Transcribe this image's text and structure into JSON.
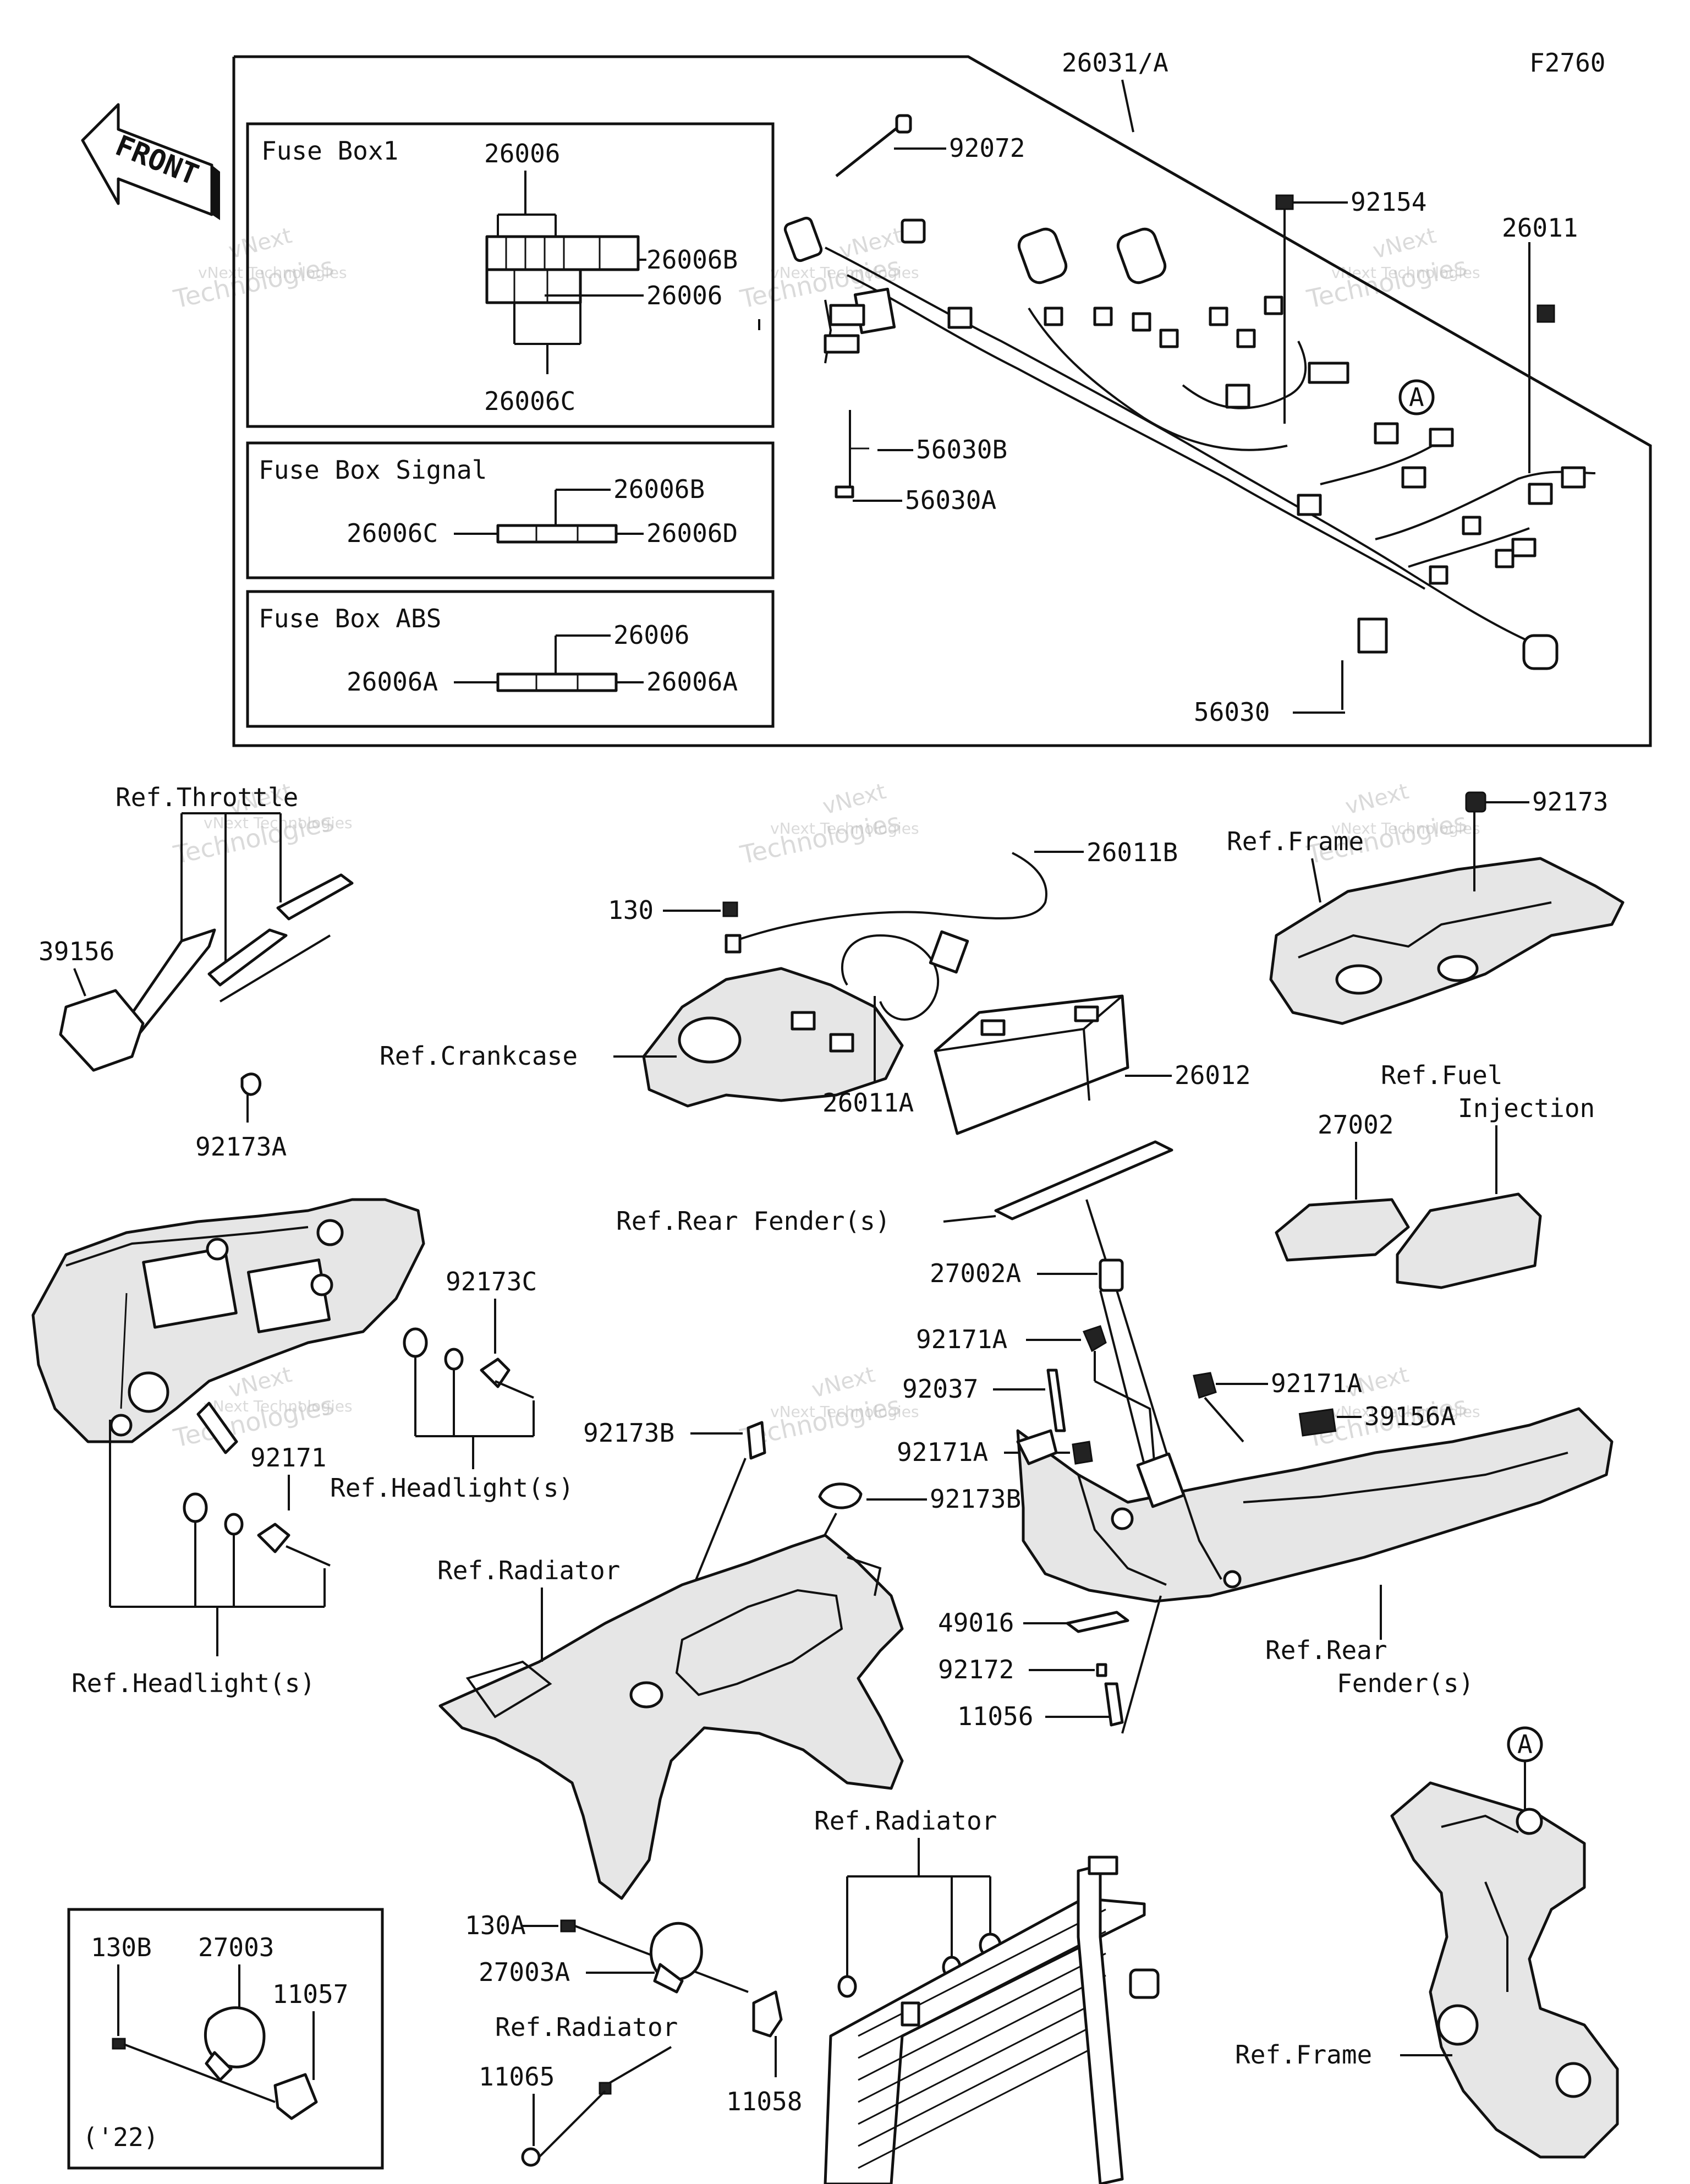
{
  "diagram_code": "F2760",
  "front_label": "FRONT",
  "watermark": {
    "line1": "vNext",
    "line2": "vNext Technologies",
    "line3": "Technologies"
  },
  "fuse_box1": {
    "title": "Fuse Box1",
    "labels": [
      "26006",
      "26006B",
      "26006",
      "26006C"
    ]
  },
  "fuse_box_signal": {
    "title": "Fuse Box Signal",
    "labels": [
      "26006B",
      "26006C",
      "26006D"
    ]
  },
  "fuse_box_abs": {
    "title": "Fuse Box ABS",
    "labels": [
      "26006",
      "26006A",
      "26006A"
    ]
  },
  "callout_a": "A",
  "part_numbers": {
    "p26031A": "26031/A",
    "p92072": "92072",
    "p92154": "92154",
    "p26011": "26011",
    "p56030B": "56030B",
    "p56030A": "56030A",
    "p56030": "56030",
    "p92173": "92173",
    "p26011B": "26011B",
    "p130": "130",
    "p26012": "26012",
    "p26011A": "26011A",
    "p39156": "39156",
    "p92173A": "92173A",
    "p27002": "27002",
    "p27002A": "27002A",
    "p92173C": "92173C",
    "p92171A_1": "92171A",
    "p92037": "92037",
    "p92171A_2": "92171A",
    "p92171A_3": "92171A",
    "p39156A": "39156A",
    "p92173B_1": "92173B",
    "p92173B_2": "92173B",
    "p92171": "92171",
    "p49016": "49016",
    "p92172": "92172",
    "p11056": "11056",
    "p130A": "130A",
    "p27003A": "27003A",
    "p11065": "11065",
    "p11058": "11058",
    "p130B": "130B",
    "p27003": "27003",
    "p11057": "11057",
    "year_note": "('22)"
  },
  "references": {
    "throttle": "Ref.Throttle",
    "frame_top": "Ref.Frame",
    "crankcase": "Ref.Crankcase",
    "fuel_line1": "Ref.Fuel",
    "fuel_line2": "Injection",
    "rear_fender_1": "Ref.Rear Fender(s)",
    "headlight_1": "Ref.Headlight(s)",
    "radiator_1": "Ref.Radiator",
    "headlight_2": "Ref.Headlight(s)",
    "rear_fender_2a": "Ref.Rear",
    "rear_fender_2b": "Fender(s)",
    "radiator_2": "Ref.Radiator",
    "radiator_3": "Ref.Radiator",
    "frame_bottom": "Ref.Frame"
  }
}
